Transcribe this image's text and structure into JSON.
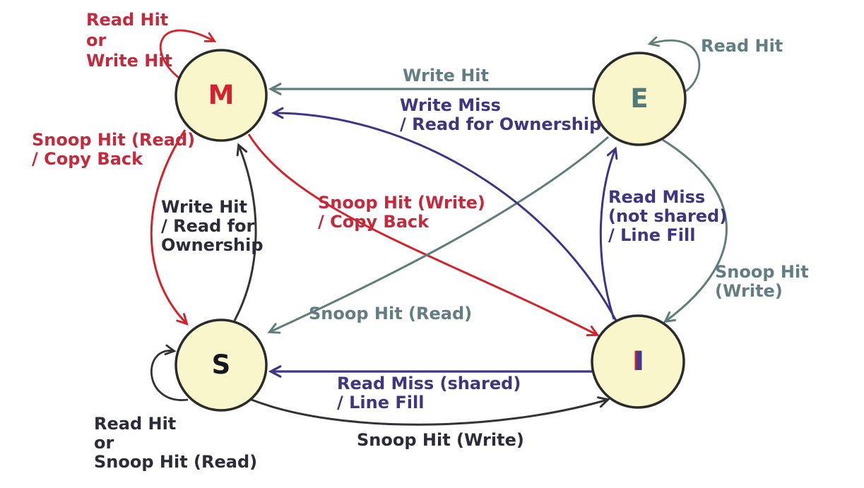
{
  "diagram_type": "state-machine",
  "states": {
    "m": "M",
    "e": "E",
    "s": "S",
    "i": "I"
  },
  "transitions": {
    "m_self": {
      "from": "M",
      "to": "M",
      "label": "Read Hit\nor\nWrite Hit"
    },
    "m_to_s": {
      "from": "M",
      "to": "S",
      "label": "Snoop Hit (Read)\n/ Copy Back"
    },
    "m_to_i": {
      "from": "M",
      "to": "I",
      "label": "Snoop Hit (Write)\n/ Copy Back"
    },
    "e_self": {
      "from": "E",
      "to": "E",
      "label": "Read Hit"
    },
    "e_to_m": {
      "from": "E",
      "to": "M",
      "label": "Write Hit"
    },
    "e_to_s": {
      "from": "E",
      "to": "S",
      "label": "Snoop Hit (Read)"
    },
    "e_to_i": {
      "from": "E",
      "to": "I",
      "label": "Snoop Hit (Write)"
    },
    "s_self": {
      "from": "S",
      "to": "S",
      "label": "Read Hit\nor\nSnoop Hit (Read)"
    },
    "s_to_m": {
      "from": "S",
      "to": "M",
      "label": "Write Hit\n/ Read for\nOwnership"
    },
    "s_to_i": {
      "from": "S",
      "to": "I",
      "label": "Snoop Hit (Write)"
    },
    "i_to_m": {
      "from": "I",
      "to": "M",
      "label": "Write Miss\n/ Read for Ownership"
    },
    "i_to_e": {
      "from": "I",
      "to": "E",
      "label": "Read Miss\n(not shared)\n/ Line Fill"
    },
    "i_to_s": {
      "from": "I",
      "to": "S",
      "label": "Read Miss (shared)\n/ Line Fill"
    }
  },
  "colors": {
    "state_fill": "#FAF6CC",
    "state_border": "#2B2B2B",
    "red_stroke": "#D3242B",
    "red_text": "#C4293C",
    "slate_stroke": "#5F7D7B",
    "slate_text": "#627E84",
    "purple_stroke": "#3D3589",
    "purple_text": "#3F3680",
    "dark_stroke": "#333333",
    "dark_text": "#2B2B3A",
    "m_letter": "#D2232E",
    "e_letter": "#4F7B7B",
    "s_letter": "#16161E",
    "i_letter": "#3F3990"
  }
}
